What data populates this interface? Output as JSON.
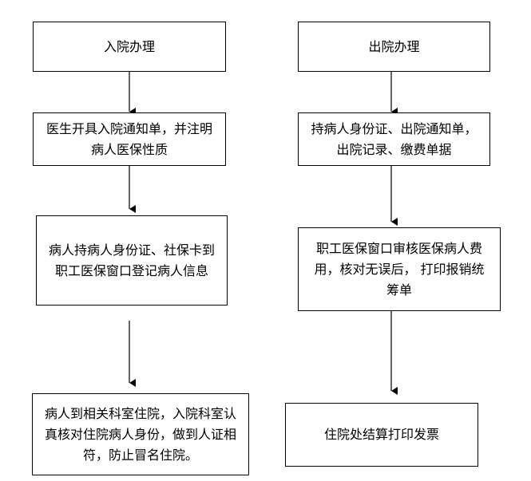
{
  "left_flow": {
    "title": "入院办理",
    "step1": "医生开具入院通知单，并注明病人医保性质",
    "step2": "病人持病人身份证、社保卡到职工医保窗口登记病人信息",
    "step3": "病人到相关科室住院，入院科室认真核对住院病人身份，做到人证相符，防止冒名住院。"
  },
  "right_flow": {
    "title": "出院办理",
    "step1": "持病人身份证、出院通知单，出院记录、缴费单据",
    "step2": "职工医保窗口审核医保病人费用，核对无误后，  打印报销统筹单",
    "step3": "住院处结算打印发票"
  },
  "colors": {
    "line": "#000000",
    "box_border": "#000000",
    "background": "#ffffff"
  }
}
